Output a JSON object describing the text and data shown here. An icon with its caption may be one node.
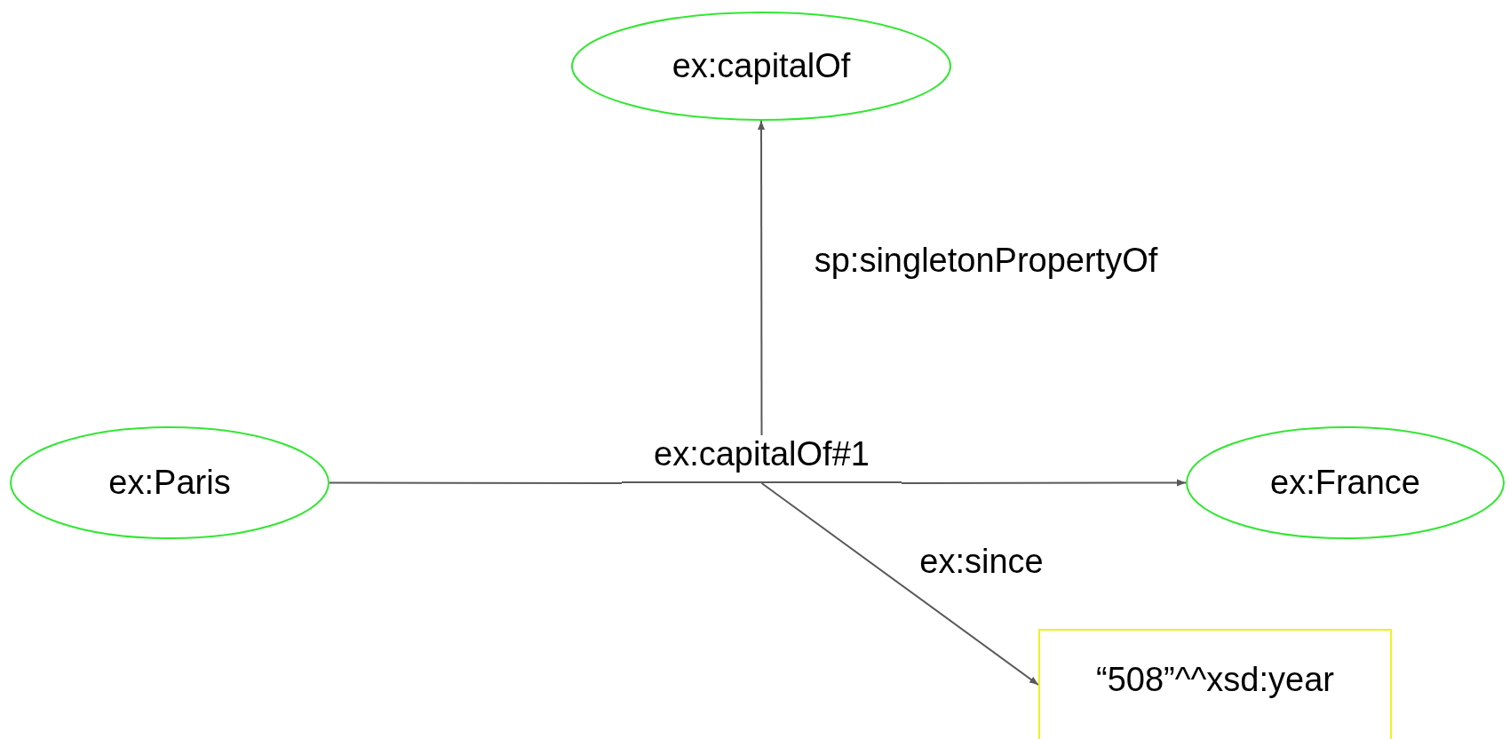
{
  "diagram": {
    "nodes": [
      {
        "text": [
          "ex:capitalOf"
        ]
      },
      {
        "text": [
          "ex:capitalOf#1"
        ]
      },
      {
        "text": [
          "ex:Paris"
        ]
      },
      {
        "text": [
          "ex:France"
        ]
      },
      {
        "text": [
          "“508”^^xsd:year"
        ]
      }
    ],
    "edges": [
      {
        "from": 1,
        "to": 0,
        "arrow": "to",
        "label": "sp:singletonPropertyOf"
      },
      {
        "from": 2,
        "to": 1,
        "arrow": "none"
      },
      {
        "from": 1,
        "to": 3,
        "arrow": "to"
      },
      {
        "from": 1,
        "to": 4,
        "arrow": "to",
        "label": "ex:since"
      }
    ]
  }
}
